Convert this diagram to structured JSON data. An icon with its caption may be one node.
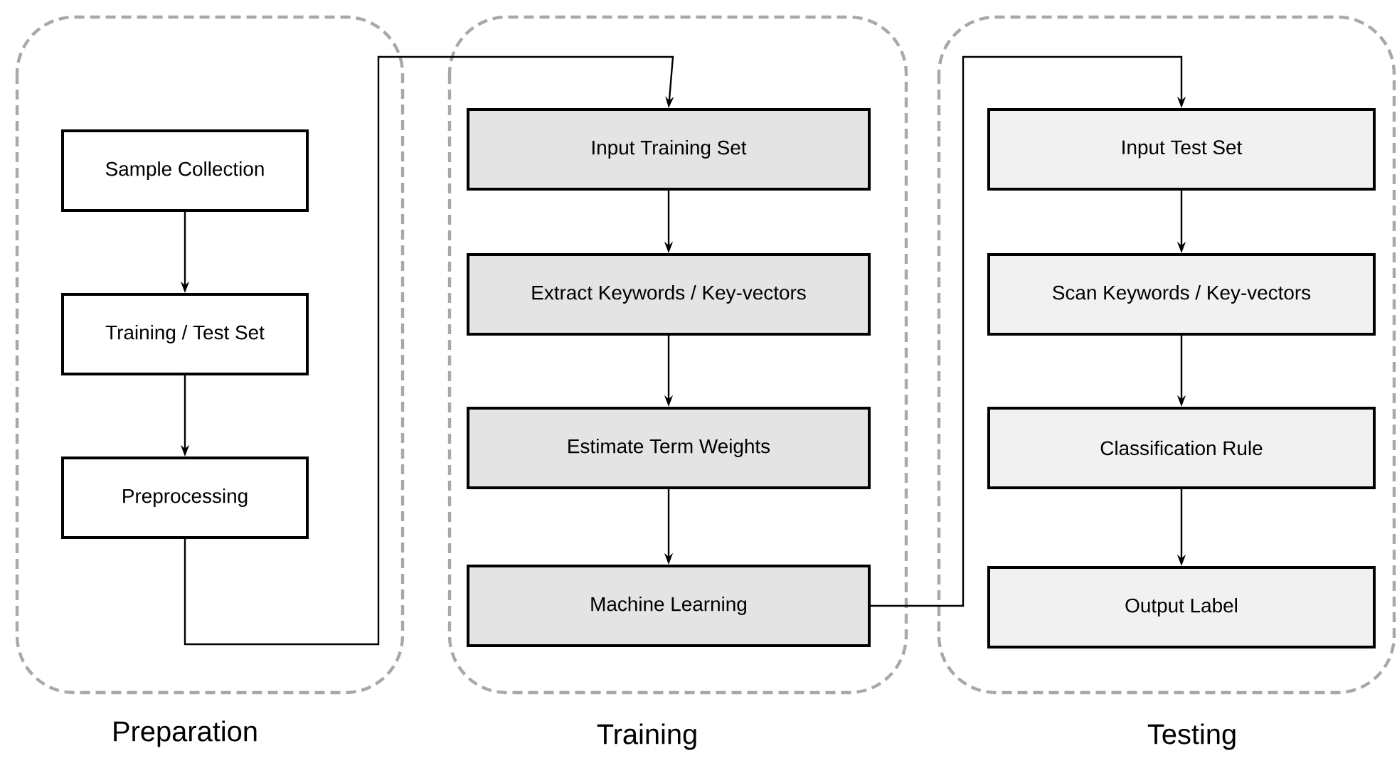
{
  "diagram": {
    "nodes": [
      {
        "text": [
          "Preparation"
        ]
      },
      {
        "text": [
          "Sample Collection"
        ],
        "in": 0
      },
      {
        "text": [
          "Training / Test Set"
        ],
        "in": 0
      },
      {
        "text": [
          "Preprocessing"
        ],
        "in": 0
      },
      {
        "text": [
          "Training"
        ]
      },
      {
        "text": [
          "Input Training Set"
        ],
        "in": 4
      },
      {
        "text": [
          "Extract Keywords / Key-vectors"
        ],
        "in": 4
      },
      {
        "text": [
          "Estimate Term Weights"
        ],
        "in": 4
      },
      {
        "text": [
          "Machine Learning"
        ],
        "in": 4
      },
      {
        "text": [
          "Testing"
        ]
      },
      {
        "text": [
          "Input Test Set"
        ],
        "in": 9
      },
      {
        "text": [
          "Scan Keywords / Key-vectors"
        ],
        "in": 9
      },
      {
        "text": [
          "Classification Rule"
        ],
        "in": 9
      },
      {
        "text": [
          "Output Label"
        ],
        "in": 9
      }
    ],
    "edges": [
      {
        "from": 1,
        "to": 2,
        "arrow": "to"
      },
      {
        "from": 2,
        "to": 3,
        "arrow": "to"
      },
      {
        "from": 3,
        "to": 5,
        "arrow": "to"
      },
      {
        "from": 5,
        "to": 6,
        "arrow": "to"
      },
      {
        "from": 6,
        "to": 7,
        "arrow": "to"
      },
      {
        "from": 7,
        "to": 8,
        "arrow": "to"
      },
      {
        "from": 8,
        "to": 10,
        "arrow": "to"
      },
      {
        "from": 10,
        "to": 11,
        "arrow": "to"
      },
      {
        "from": 11,
        "to": 12,
        "arrow": "to"
      },
      {
        "from": 12,
        "to": 13,
        "arrow": "to"
      }
    ]
  }
}
